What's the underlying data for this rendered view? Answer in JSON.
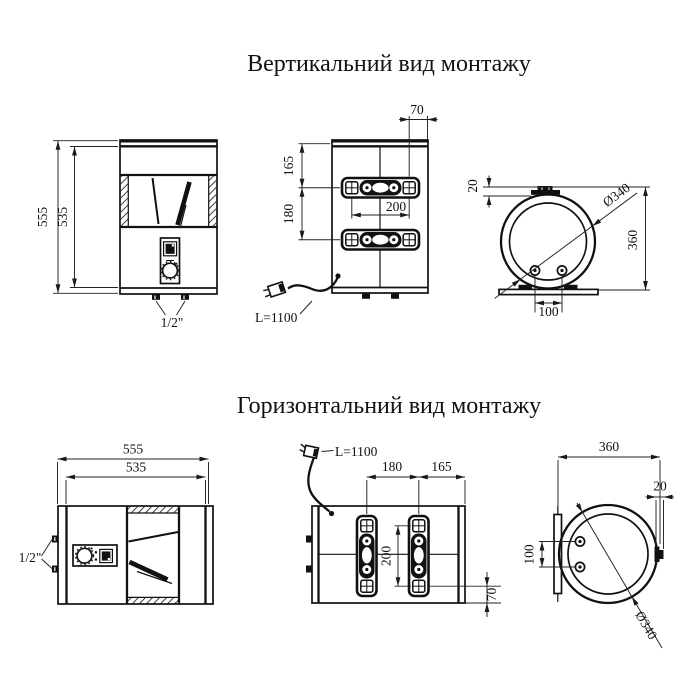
{
  "colors": {
    "background": "#ffffff",
    "line": "#111111"
  },
  "icons": {
    "power_plug": "power-plug-icon",
    "mounting_bracket": "wall-bracket",
    "control_knob": "thermostat-knob"
  },
  "titles": {
    "vertical": "Вертикальний вид монтажу",
    "horizontal": "Горизонтальний вид монтажу"
  },
  "vertical": {
    "front": {
      "total_height": "555",
      "body_height": "535",
      "pipe_thread": "1/2\""
    },
    "back": {
      "edge_offset": "70",
      "top_to_bracket": "165",
      "bracket_spacing": "180",
      "hole_spacing": "200",
      "cable_length": "L=1100"
    },
    "side": {
      "standoff": "20",
      "diameter": "Ø340",
      "overall_depth": "360",
      "pipe_spacing": "100"
    }
  },
  "horizontal": {
    "front": {
      "total_length": "555",
      "body_length": "535",
      "pipe_thread": "1/2\""
    },
    "back": {
      "cable_length": "L=1100",
      "bracket_spacing": "180",
      "bracket_to_edge": "165",
      "hole_spacing": "200",
      "bottom_offset": "70"
    },
    "side": {
      "overall_width": "360",
      "standoff": "20",
      "pipe_spacing": "100",
      "diameter": "Ø340"
    }
  }
}
